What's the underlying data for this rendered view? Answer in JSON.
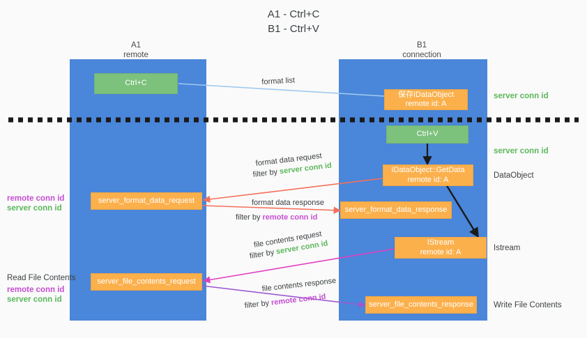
{
  "title": "A1 - Ctrl+C\nB1 - Ctrl+V",
  "columns": [
    {
      "name": "A1\nremote"
    },
    {
      "name": "B1\nconnection"
    }
  ],
  "nodes": {
    "ctrl_c": {
      "line1": "Ctrl+C",
      "line2": ""
    },
    "save_idataobject": {
      "line1": "保存IDataObject",
      "line2": "remote id: A"
    },
    "ctrl_v": {
      "line1": "Ctrl+V",
      "line2": ""
    },
    "getdata": {
      "line1": "IDataObject::GetData",
      "line2": "remote id: A"
    },
    "server_format_data_request": {
      "line1": "server_format_data_request",
      "line2": ""
    },
    "server_format_data_response": {
      "line1": "server_format_data_response",
      "line2": ""
    },
    "istream": {
      "line1": "IStream",
      "line2": "remote id: A"
    },
    "server_file_contents_request": {
      "line1": "server_file_contents_request",
      "line2": ""
    },
    "server_file_contents_response": {
      "line1": "server_file_contents_response",
      "line2": ""
    }
  },
  "right_labels": {
    "server_conn_id_1": "server conn id",
    "server_conn_id_2": "server conn id",
    "dataobject": "DataObject",
    "istream": "Istream",
    "write_file_contents": "Write File Contents"
  },
  "left_labels": {
    "remote_conn_id_1": "remote conn id",
    "server_conn_id_1": "server conn id",
    "read_file_contents": "Read File Contents",
    "remote_conn_id_2": "remote conn id",
    "server_conn_id_2": "server conn id"
  },
  "edge_labels": {
    "format_list": "format list",
    "format_data_request": "format data request",
    "format_data_request_filter_prefix": "filter by ",
    "format_data_request_filter_value": "server conn id",
    "format_data_response": "format data response",
    "format_data_response_filter_prefix": "filter by ",
    "format_data_response_filter_value": "remote conn id",
    "file_contents_request": "file contents request",
    "file_contents_request_filter_prefix": "filter by ",
    "file_contents_request_filter_value": "server conn id",
    "file_contents_response": "file contents response",
    "file_contents_response_filter_prefix": "filter by ",
    "file_contents_response_filter_value": "remote conn id"
  },
  "colors": {
    "band": "#4a86d9",
    "green_node": "#7cc17c",
    "orange_node": "#fbb04c",
    "arrow_blue": "#9fc8ef",
    "arrow_red": "#f4705a",
    "arrow_magenta": "#e040c0",
    "arrow_purple": "#9b59d0",
    "arrow_black": "#1a1a1a",
    "divider": "#1a1a1a",
    "green_text": "#5cb85c",
    "purple_text": "#c44fd1",
    "background": "#fafafa"
  }
}
